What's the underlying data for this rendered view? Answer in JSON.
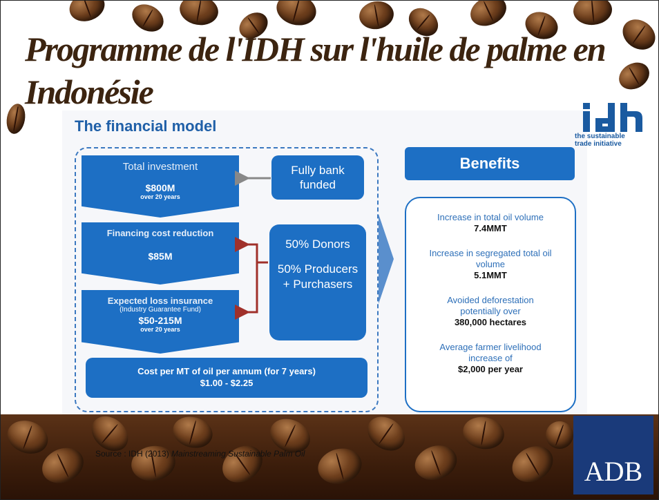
{
  "slide": {
    "title": "Programme de l'IDH sur l'huile de palme en Indonésie",
    "source_prefix": "Source : IDH (2013) ",
    "source_title": "Mainstreaming Sustainable Palm Oil"
  },
  "diagram": {
    "heading": "The financial model",
    "investment": {
      "label": "Total investment",
      "amount": "$800M",
      "note": "over 20 years"
    },
    "financing": {
      "label": "Financing cost reduction",
      "amount": "$85M"
    },
    "insurance": {
      "label": "Expected loss insurance",
      "fund": "(Industry Guarantee Fund)",
      "amount": "$50-215M",
      "note": "over 20 years"
    },
    "cost": {
      "label": "Cost per MT of oil per annum (for 7 years)",
      "range": "$1.00 - $2.25"
    },
    "funding_bank": "Fully bank funded",
    "funding_donors": "50% Donors",
    "funding_producers": "50% Producers + Purchasers",
    "benefits_heading": "Benefits",
    "benefits": [
      {
        "label": "Increase in total oil volume",
        "value": "7.4MMT"
      },
      {
        "label": "Increase in segregated total oil volume",
        "value": "5.1MMT"
      },
      {
        "label": "Avoided deforestation potentially over",
        "value": "380,000 hectares"
      },
      {
        "label": "Average farmer livelihood increase of",
        "value": "$2,000 per year"
      }
    ]
  },
  "logos": {
    "idh_tagline_1": "the sustainable",
    "idh_tagline_2": "trade initiative",
    "adb": "ADB"
  },
  "colors": {
    "primary_blue": "#1d6fc4",
    "title_brown": "#3c2410",
    "adb_navy": "#1a3a7a",
    "arrow_red": "#a0302a"
  }
}
